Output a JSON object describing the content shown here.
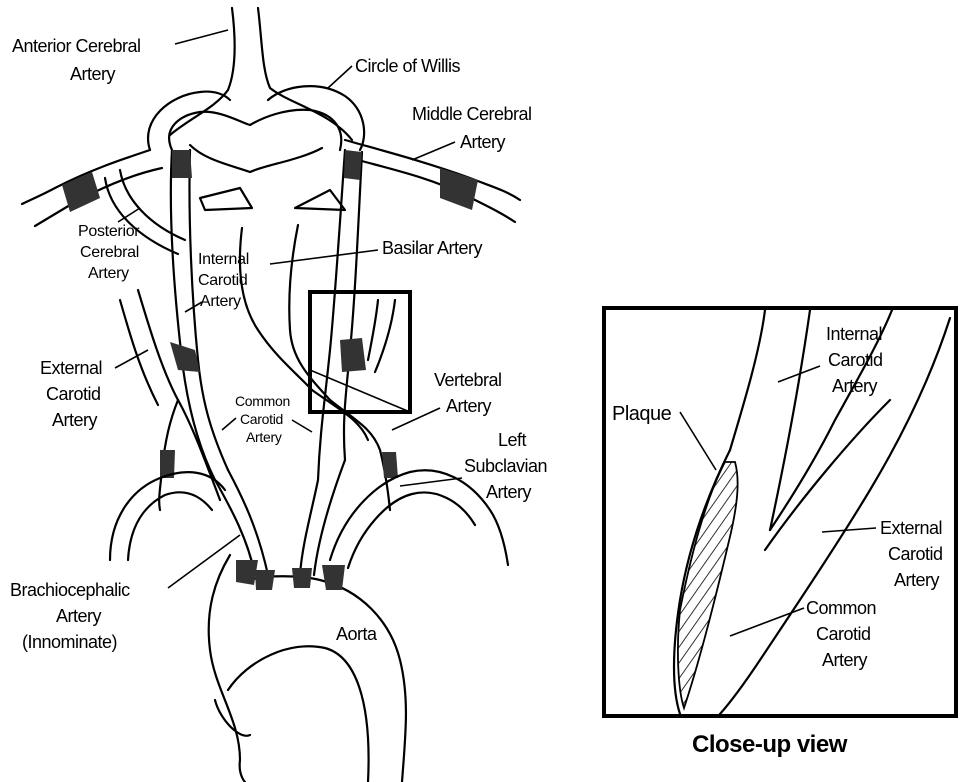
{
  "labels": {
    "anterior_cerebral": [
      "Anterior Cerebral",
      "Artery"
    ],
    "circle_of_willis": "Circle of Willis",
    "middle_cerebral": [
      "Middle Cerebral",
      "Artery"
    ],
    "posterior_cerebral": [
      "Posterior",
      "Cerebral",
      "Artery"
    ],
    "internal_carotid": [
      "Internal",
      "Carotid",
      "Artery"
    ],
    "basilar": "Basilar Artery",
    "external_carotid": [
      "External",
      "Carotid",
      "Artery"
    ],
    "common_carotid": [
      "Common",
      "Carotid",
      "Artery"
    ],
    "vertebral": [
      "Vertebral",
      "Artery"
    ],
    "left_subclavian": [
      "Left",
      "Subclavian",
      "Artery"
    ],
    "brachiocephalic": [
      "Brachiocephalic",
      "Artery",
      "(Innominate)"
    ],
    "aorta": "Aorta"
  },
  "closeup": {
    "title": "Close-up view",
    "plaque": "Plaque",
    "internal_carotid": [
      "Internal",
      "Carotid",
      "Artery"
    ],
    "external_carotid": [
      "External",
      "Carotid",
      "Artery"
    ],
    "common_carotid": [
      "Common",
      "Carotid",
      "Artery"
    ]
  }
}
